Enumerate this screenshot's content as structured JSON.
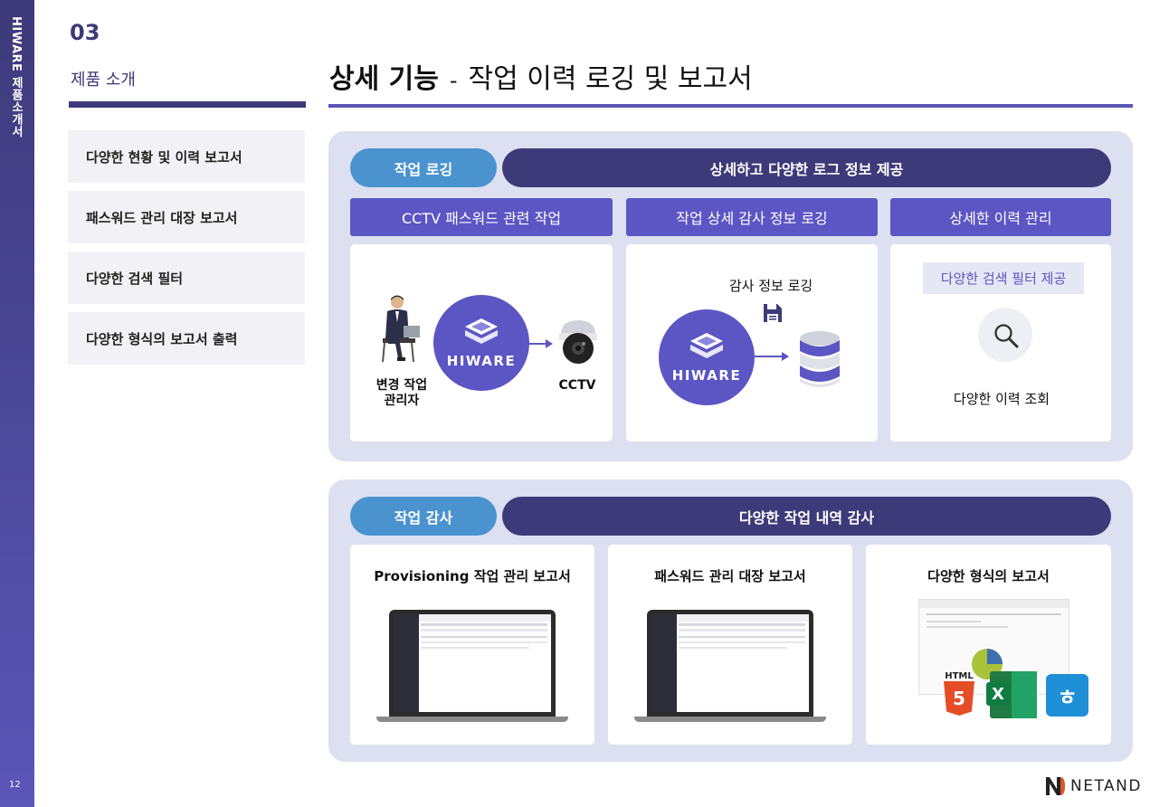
{
  "sidebar": {
    "title": "HIWARE 제품소개서",
    "page_number": "12"
  },
  "section": {
    "number": "03",
    "name": "제품 소개"
  },
  "menu": [
    {
      "label": "다양한 현황 및 이력 보고서"
    },
    {
      "label": "패스워드 관리 대장 보고서"
    },
    {
      "label": "다양한 검색 필터"
    },
    {
      "label": "다양한 형식의 보고서 출력"
    }
  ],
  "header": {
    "title_bold": "상세 기능",
    "dash": "-",
    "title_rest": "작업 이력 로깅 및 보고서"
  },
  "logging": {
    "pill_left": "작업 로깅",
    "pill_right": "상세하고 다양한 로그 정보 제공",
    "sub_headers": [
      "CCTV 패스워드 관련 작업",
      "작업 상세 감사 정보 로깅",
      "상세한 이력 관리"
    ],
    "card1": {
      "admin_label": "변경 작업\n관리자",
      "hiware": "HIWARE",
      "cctv": "CCTV"
    },
    "card2": {
      "label": "감사 정보 로깅",
      "hiware": "HIWARE"
    },
    "card3": {
      "filter_label": "다양한 검색 필터 제공",
      "history_label": "다양한 이력 조회"
    }
  },
  "audit": {
    "pill_left": "작업 감사",
    "pill_right": "다양한 작업 내역 감사",
    "cards": [
      {
        "title": "Provisioning 작업 관리 보고서"
      },
      {
        "title": "패스워드 관리 대장 보고서"
      },
      {
        "title": "다양한 형식의 보고서"
      }
    ],
    "format_icons": {
      "html": "HTML",
      "html_num": "5",
      "excel": "X",
      "hwp": "ㅎ"
    }
  },
  "footer": {
    "logo": "NETAND"
  },
  "colors": {
    "primary": "#3d3a7a",
    "accent": "#5b56c4",
    "blue_pill": "#4a93cf",
    "panel_bg": "#dde0f0"
  }
}
